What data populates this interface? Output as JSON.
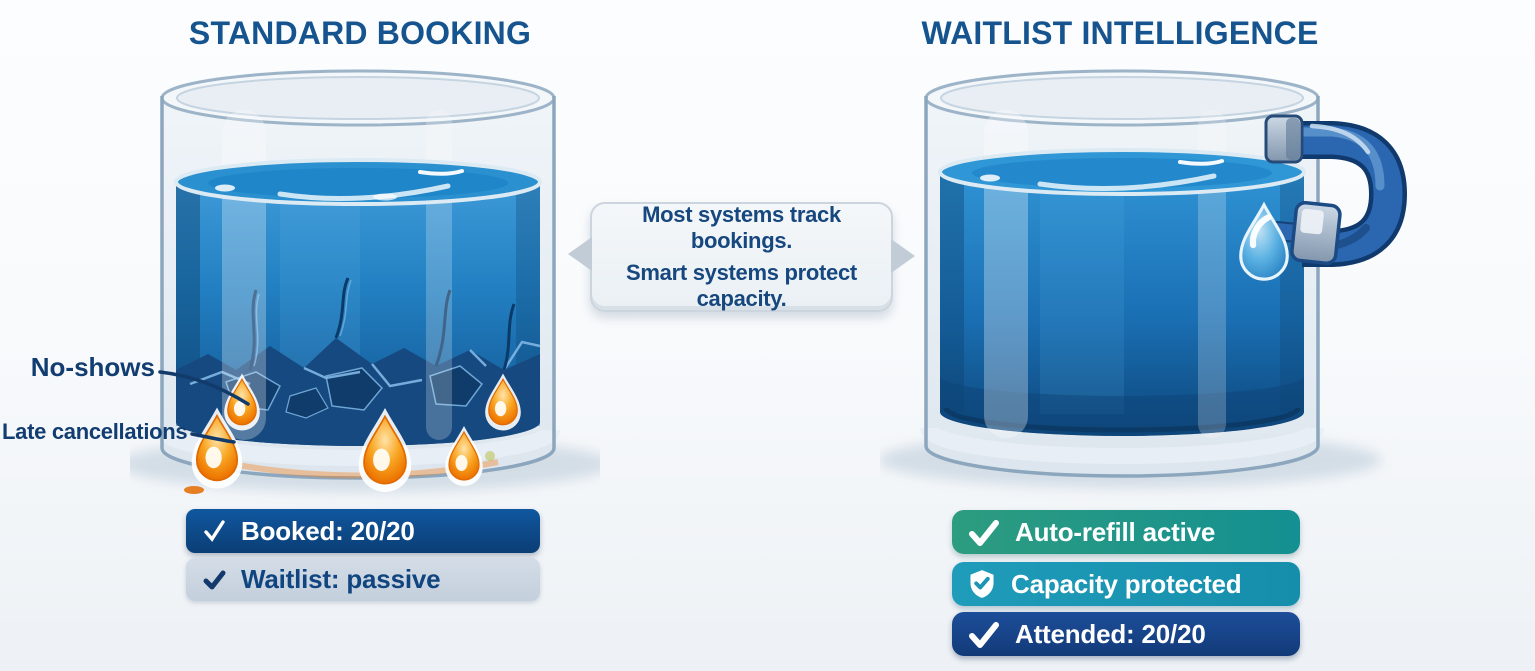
{
  "left_panel": {
    "title": "STANDARD BOOKING",
    "callouts": [
      {
        "label": "No-shows"
      },
      {
        "label": "Late cancellations"
      }
    ],
    "badges": [
      {
        "label": "Booked: 20/20",
        "icon": "check-icon",
        "bg_color": "#0d4a8c",
        "text_color": "#ffffff"
      },
      {
        "label": "Waitlist: passive",
        "icon": "check-icon",
        "bg_color": "#cbd6e2",
        "text_color": "#10457f"
      }
    ]
  },
  "center": {
    "message": [
      "Most systems track bookings.",
      "Smart systems protect capacity."
    ],
    "text_color": "#16477e",
    "bubble_bg": "#f1f5f8"
  },
  "right_panel": {
    "title": "WAITLIST INTELLIGENCE",
    "badges": [
      {
        "label": "Auto-refill active",
        "icon": "check-icon",
        "bg_color": "#23987f",
        "text_color": "#ffffff"
      },
      {
        "label": "Capacity protected",
        "icon": "shield-check-icon",
        "bg_color": "#1b95b3",
        "text_color": "#ffffff"
      },
      {
        "label": "Attended: 20/20",
        "icon": "check-icon",
        "bg_color": "#17448c",
        "text_color": "#ffffff"
      }
    ]
  },
  "illustration": {
    "title_color": "#15548e",
    "water_color": "#1f7fc4",
    "leak_drop_color": "#f08a12",
    "pipe_color": "#2a67b0"
  }
}
